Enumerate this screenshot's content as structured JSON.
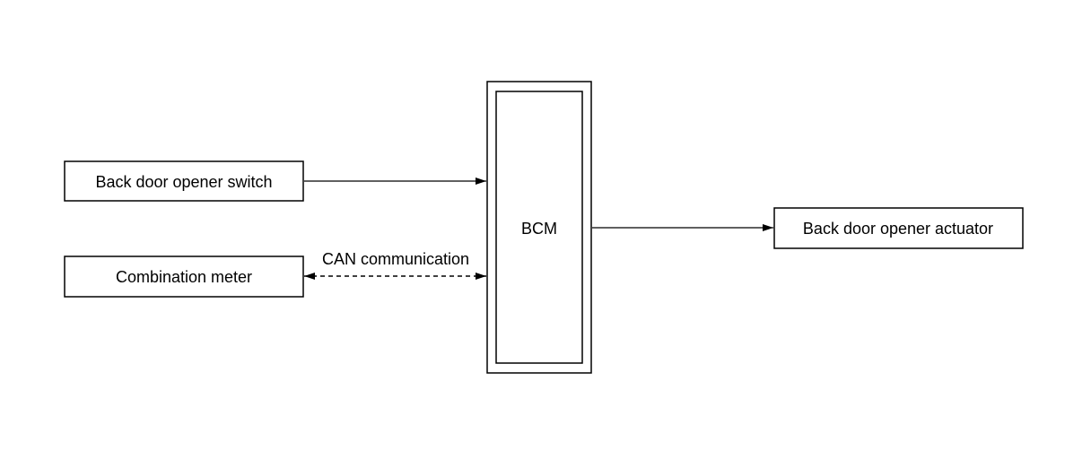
{
  "nodes": {
    "switch": {
      "label": "Back door opener switch"
    },
    "meter": {
      "label": "Combination meter"
    },
    "bcm": {
      "label": "BCM"
    },
    "actuator": {
      "label": "Back door opener actuator"
    }
  },
  "edges": {
    "switch_to_bcm": {
      "style": "solid",
      "direction": "to-bcm"
    },
    "meter_bcm": {
      "style": "dashed",
      "direction": "bidirectional",
      "label": "CAN communication"
    },
    "bcm_to_actuator": {
      "style": "solid",
      "direction": "to-actuator"
    }
  },
  "colors": {
    "stroke": "#000000",
    "background": "#ffffff"
  }
}
